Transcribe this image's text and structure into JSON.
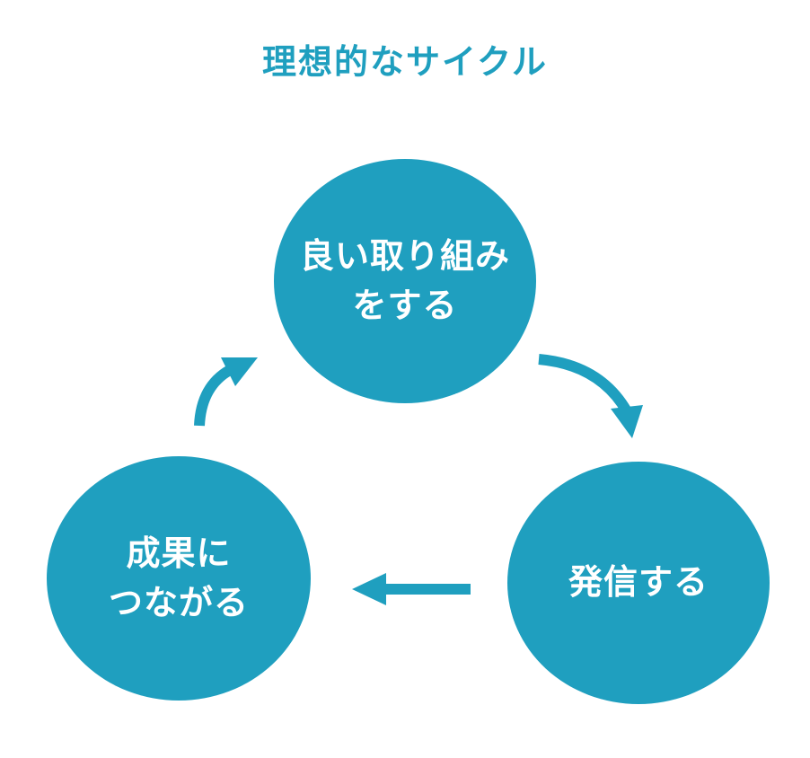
{
  "title": "理想的なサイクル",
  "colors": {
    "accent": "#1f9fbf",
    "node_text": "#ffffff",
    "background": "#ffffff"
  },
  "nodes": {
    "top": {
      "line1": "良い取り組み",
      "line2": "をする"
    },
    "right": {
      "line1": "発信する"
    },
    "left": {
      "line1": "成果に",
      "line2": "つながる"
    }
  }
}
